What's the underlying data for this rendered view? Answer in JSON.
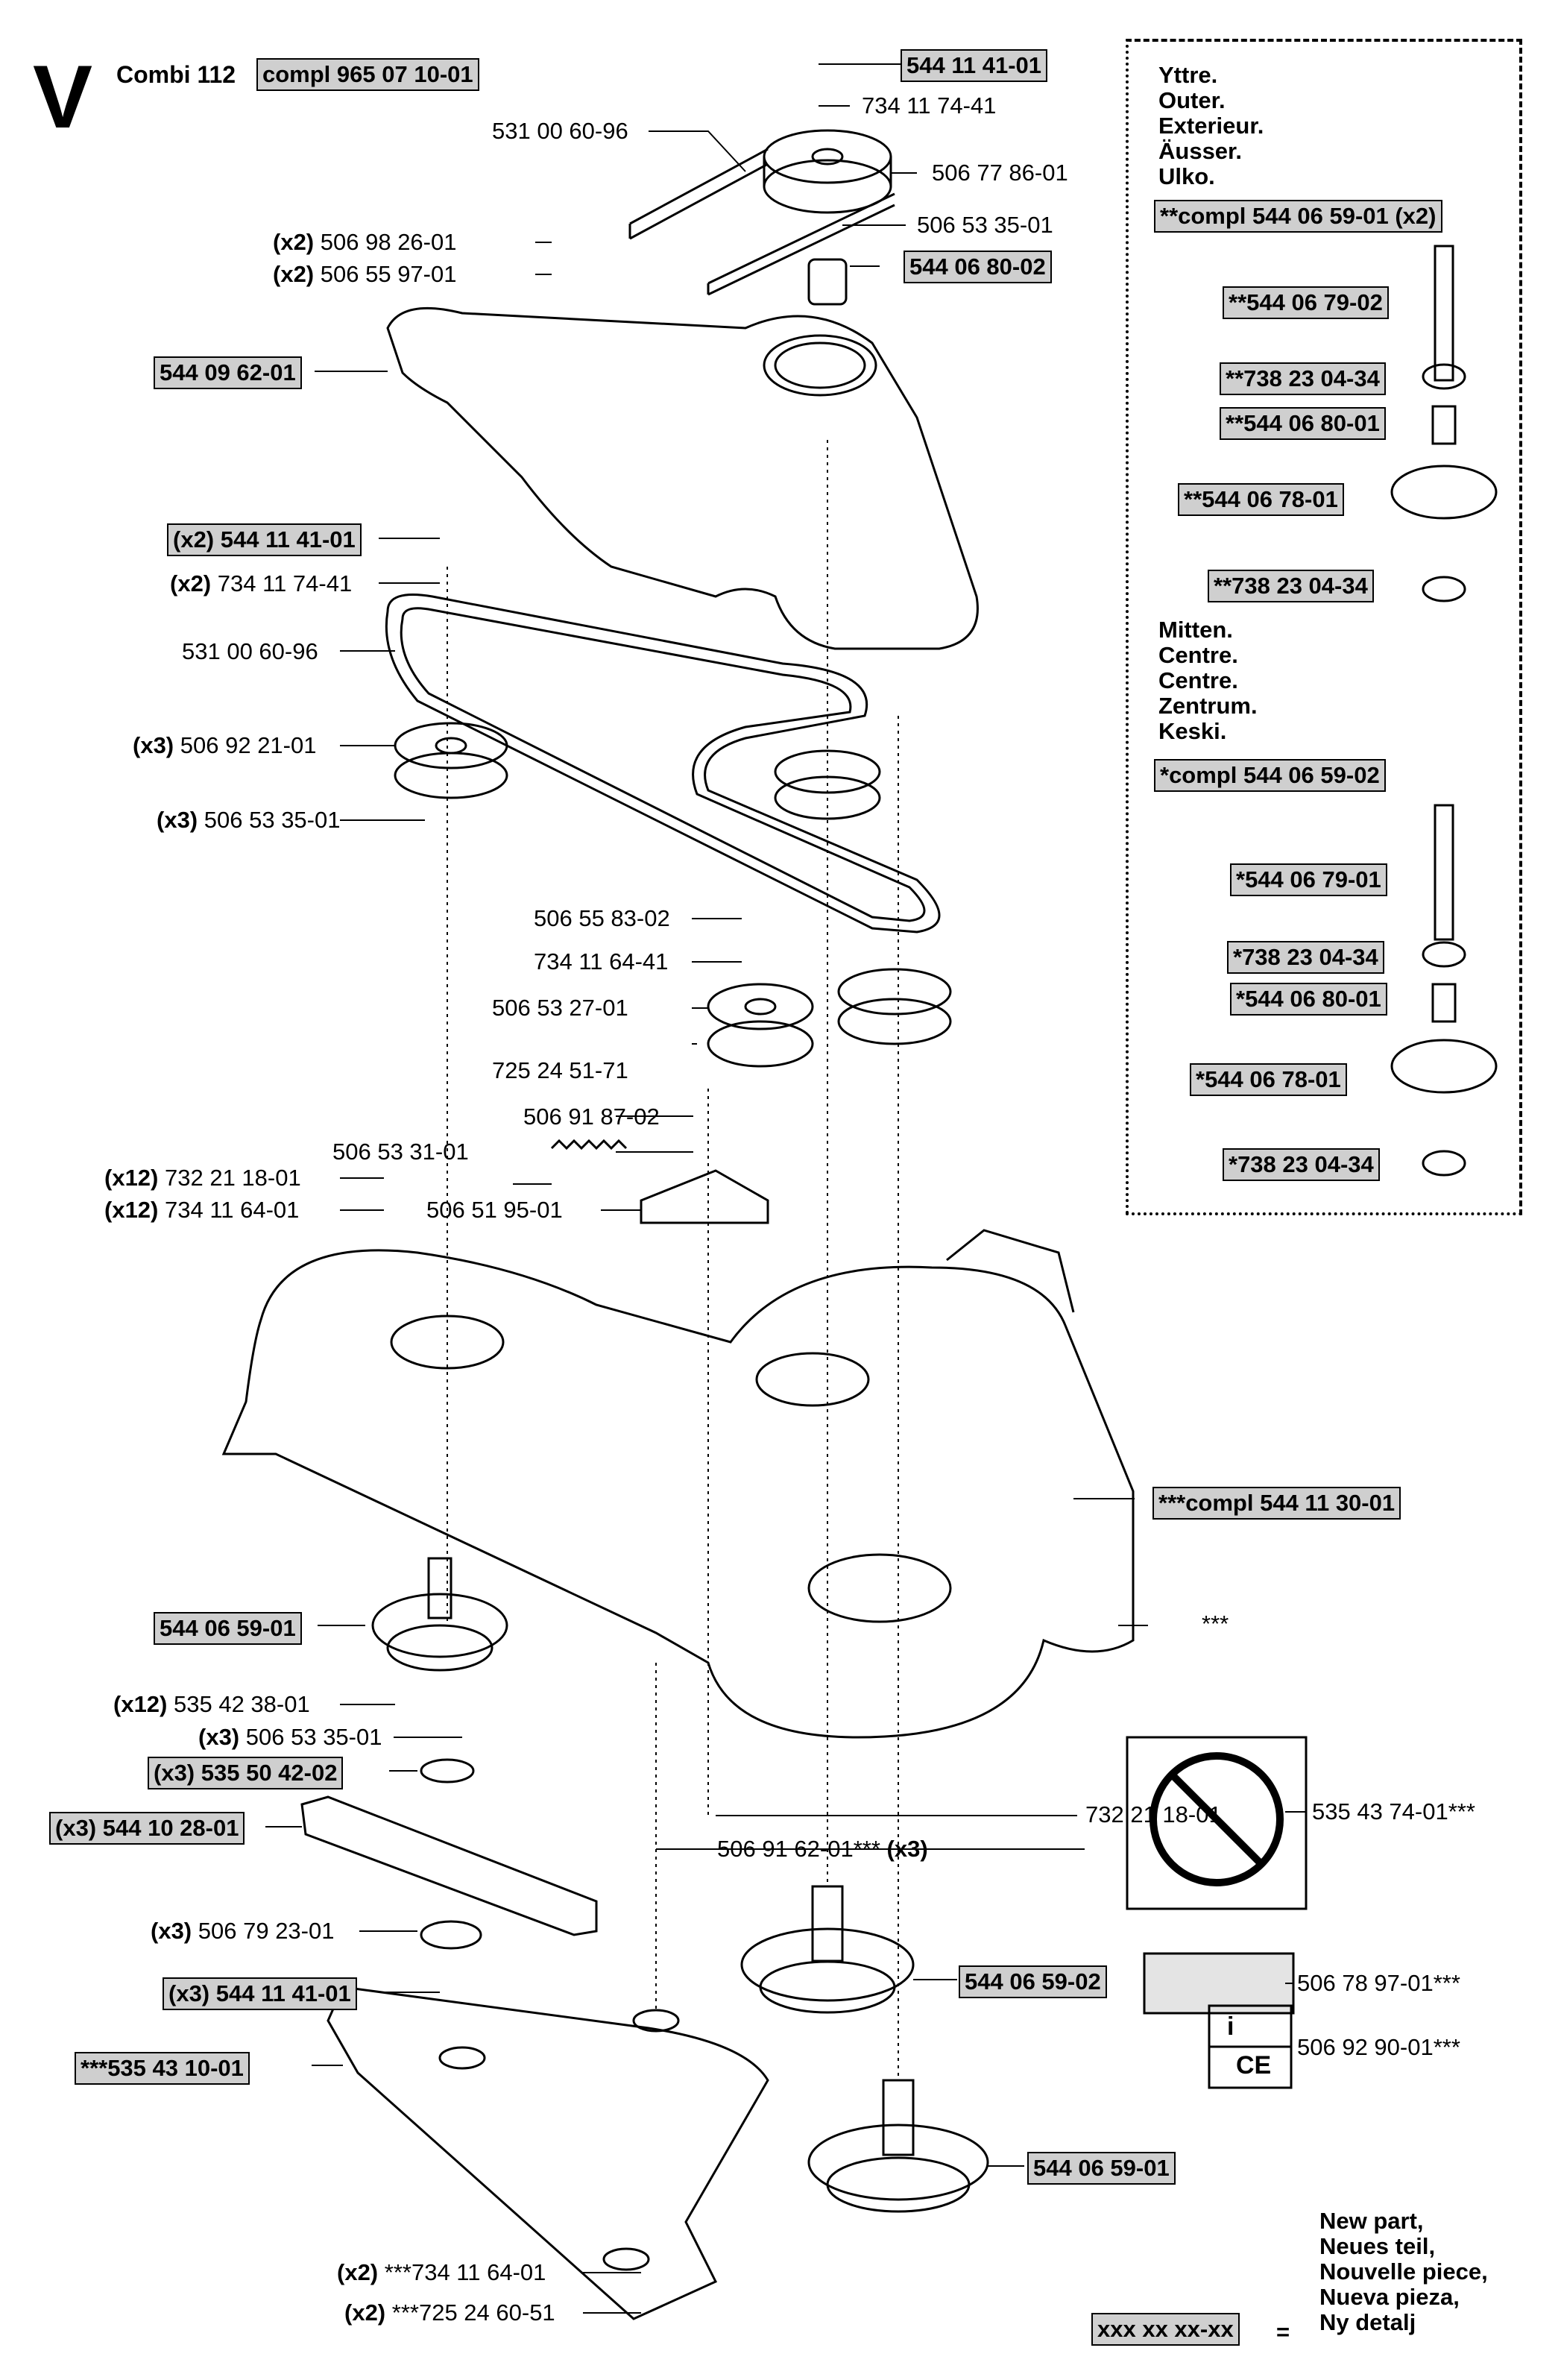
{
  "header": {
    "letter": "V",
    "model": "Combi 112",
    "compl": "compl 965 07 10-01"
  },
  "inset": {
    "outer_lines": [
      "Yttre.",
      "Outer.",
      "Exterieur.",
      "Äusser.",
      "Ulko."
    ],
    "outer_compl": "**compl 544 06 59-01 (x2)",
    "outer_parts": [
      "**544 06 79-02",
      "**738 23 04-34",
      "**544 06 80-01",
      "**544 06 78-01",
      "**738 23 04-34"
    ],
    "center_lines": [
      "Mitten.",
      "Centre.",
      "Centre.",
      "Zentrum.",
      "Keski."
    ],
    "center_compl": "*compl 544 06 59-02",
    "center_parts": [
      "*544 06 79-01",
      "*738 23 04-34",
      "*544 06 80-01",
      "*544 06 78-01",
      "*738 23 04-34"
    ]
  },
  "labels": {
    "p544114101_top": "544 11 41-01",
    "p734117441_top": "734 11 74-41",
    "p531006096_top": "531 00 60-96",
    "p506778601": "506 77 86-01",
    "p506533501_a": "506 53 35-01",
    "p544068002": "544 06 80-02",
    "q_x2": "(x2)",
    "p506982601": "506 98 26-01",
    "p506559701": "506 55 97-01",
    "p544096201": "544 09 62-01",
    "p_x2_544114101": "(x2) 544 11 41-01",
    "p734117441_b": "734 11 74-41",
    "p531006096_b": "531 00 60-96",
    "q_x3": "(x3)",
    "p506922101": "506 92 21-01",
    "p506533501_b": "506 53 35-01",
    "p506558302": "506 55 83-02",
    "p734116441_a": "734 11 64-41",
    "p506532701": "506 53 27-01",
    "p725245171": "725 24 51-71",
    "p506918702": "506 91 87-02",
    "p506533101": "506 53 31-01",
    "q_x12": "(x12)",
    "p732211801_a": "732 21 18-01",
    "p734116441_b": "734 11 64-01",
    "p506519501": "506 51 95-01",
    "p544113001": "***compl 544 11 30-01",
    "stars": "***",
    "p544065901_a": "544 06 59-01",
    "p535423801": "535 42 38-01",
    "p506533501_c": "506 53 35-01",
    "p_x3_535504202": "(x3) 535 50 42-02",
    "p_x3_544102801": "(x3) 544 10 28-01",
    "p506792301": "506 79 23-01",
    "p_x3_544114101": "(x3) 544 11 41-01",
    "p535431001": "***535 43 10-01",
    "p732211801_b": "732 21 18-01",
    "p506916201": "506 91 62-01***",
    "p544065902": "544 06 59-02",
    "p544065901_b": "544 06 59-01",
    "p734116401_c": "***734 11 64-01",
    "p725246051": "***725 24 60-51",
    "p535437401": "535 43 74-01***",
    "p506789701": "506 78 97-01***",
    "p506929001": "506 92 90-01***",
    "legend_lines": [
      "New part,",
      "Neues teil,",
      "Nouvelle piece,",
      "Nueva pieza,",
      "Ny detalj"
    ],
    "legend_box": "xxx xx xx-xx",
    "legend_eq": "=",
    "ce_mark": "CE",
    "info_mark": "i"
  }
}
